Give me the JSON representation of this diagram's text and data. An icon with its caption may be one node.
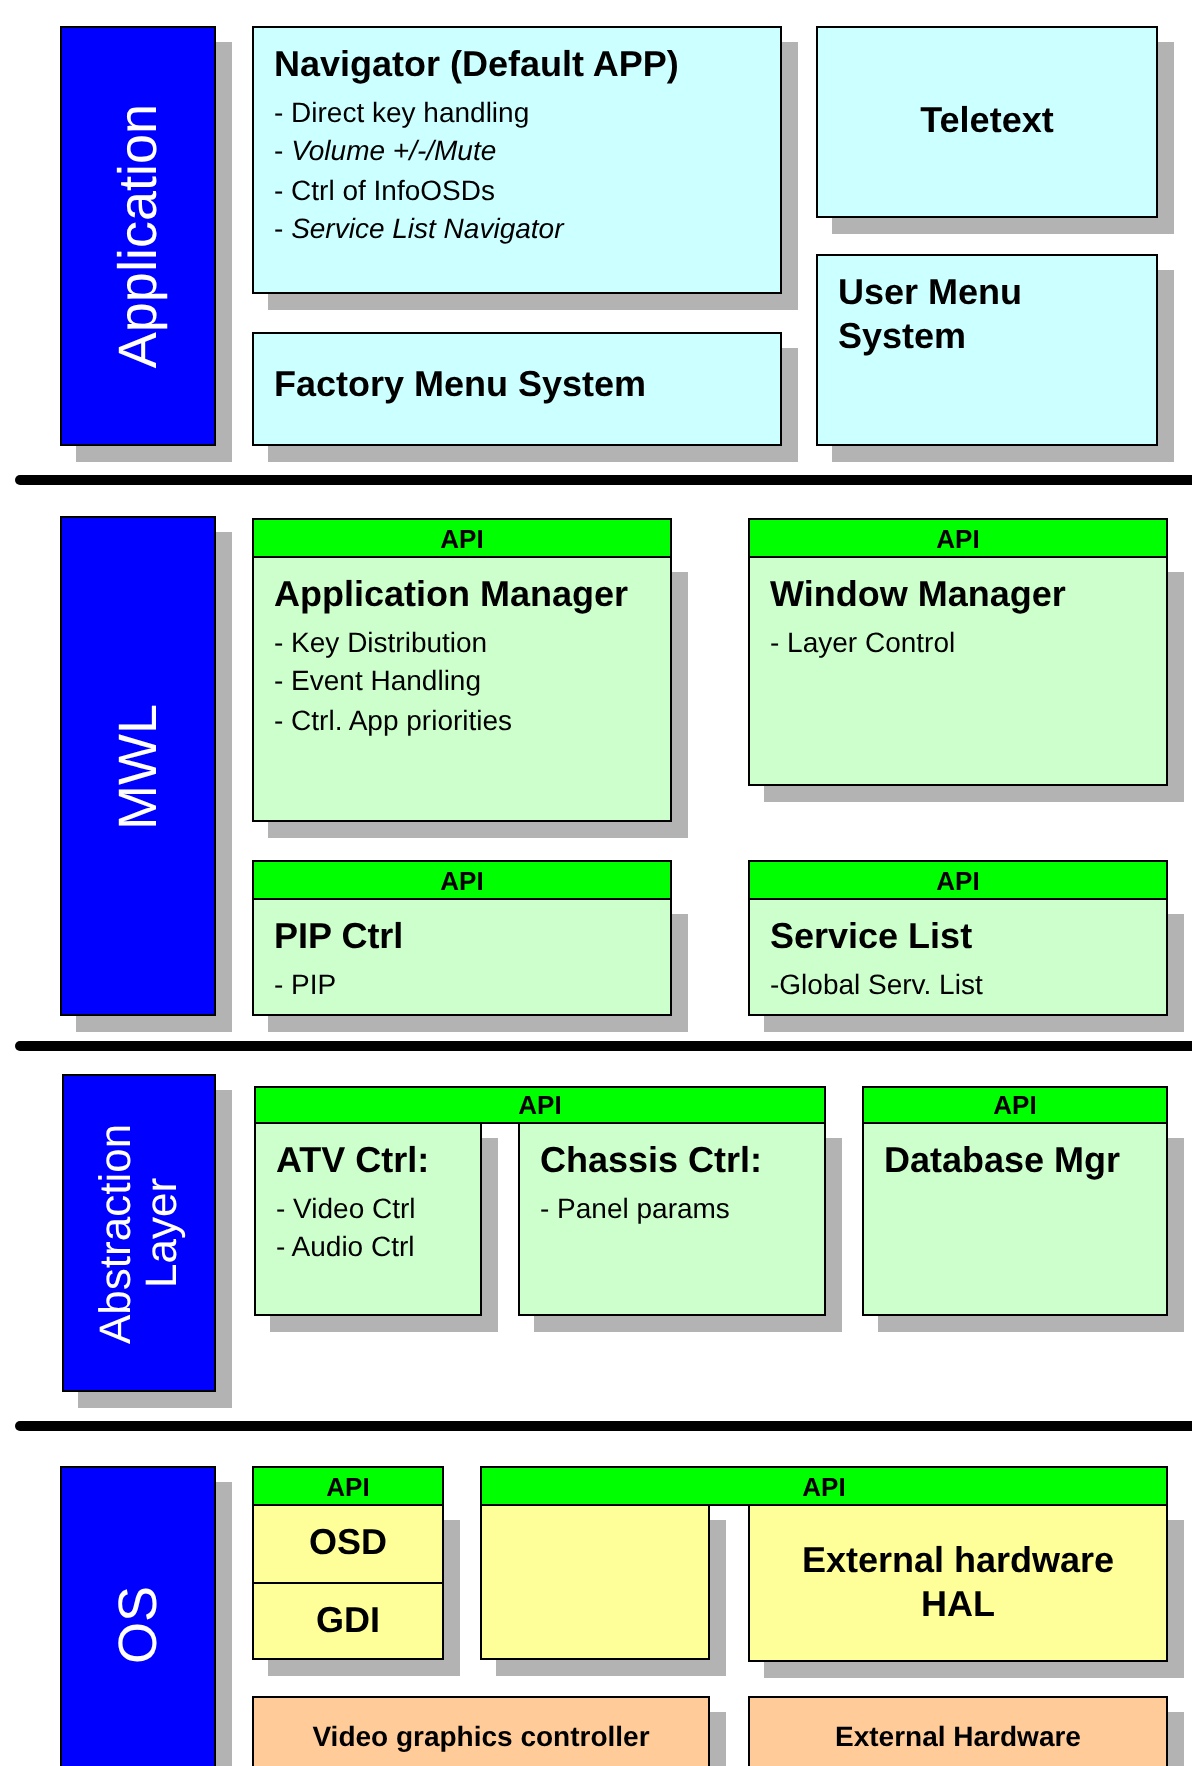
{
  "diagram": {
    "nodes": [
      {
        "text": [
          "Application"
        ]
      },
      {
        "text": [
          "Navigator (Default APP)",
          "- Direct key handling",
          "- *Volume +/-/Mute*",
          "- Ctrl of InfoOSDs",
          "- *Service List Navigator*"
        ]
      },
      {
        "text": [
          "Teletext"
        ]
      },
      {
        "text": [
          "Factory Menu System"
        ]
      },
      {
        "text": [
          "User Menu System"
        ]
      },
      {
        "text": [
          "MWL"
        ]
      },
      {
        "text": [
          "API"
        ]
      },
      {
        "text": [
          "Application Manager",
          "- Key Distribution",
          "- Event Handling",
          "- Ctrl. App priorities"
        ]
      },
      {
        "text": [
          "API"
        ]
      },
      {
        "text": [
          "Window Manager",
          "- Layer Control"
        ]
      },
      {
        "text": [
          "API"
        ]
      },
      {
        "text": [
          "PIP Ctrl",
          "- PIP"
        ]
      },
      {
        "text": [
          "API"
        ]
      },
      {
        "text": [
          "Service List",
          "-Global Serv. List"
        ]
      },
      {
        "text": [
          "Abstraction Layer"
        ]
      },
      {
        "text": [
          "API"
        ]
      },
      {
        "text": [
          "ATV Ctrl:",
          "- Video Ctrl",
          "- Audio Ctrl"
        ]
      },
      {
        "text": [
          "Chassis Ctrl:",
          "- Panel params"
        ]
      },
      {
        "text": [
          "API"
        ]
      },
      {
        "text": [
          "Database Mgr"
        ]
      },
      {
        "text": [
          "OS"
        ]
      },
      {
        "text": [
          "API"
        ]
      },
      {
        "text": [
          "API"
        ]
      },
      {
        "text": [
          "OSD"
        ]
      },
      {
        "text": [
          "GDI"
        ]
      },
      {
        "text": [],
        "shape": "box"
      },
      {
        "text": [
          "External hardware HAL"
        ]
      },
      {
        "text": [
          "Video graphics controller"
        ]
      },
      {
        "text": [
          "External Hardware"
        ]
      }
    ]
  }
}
